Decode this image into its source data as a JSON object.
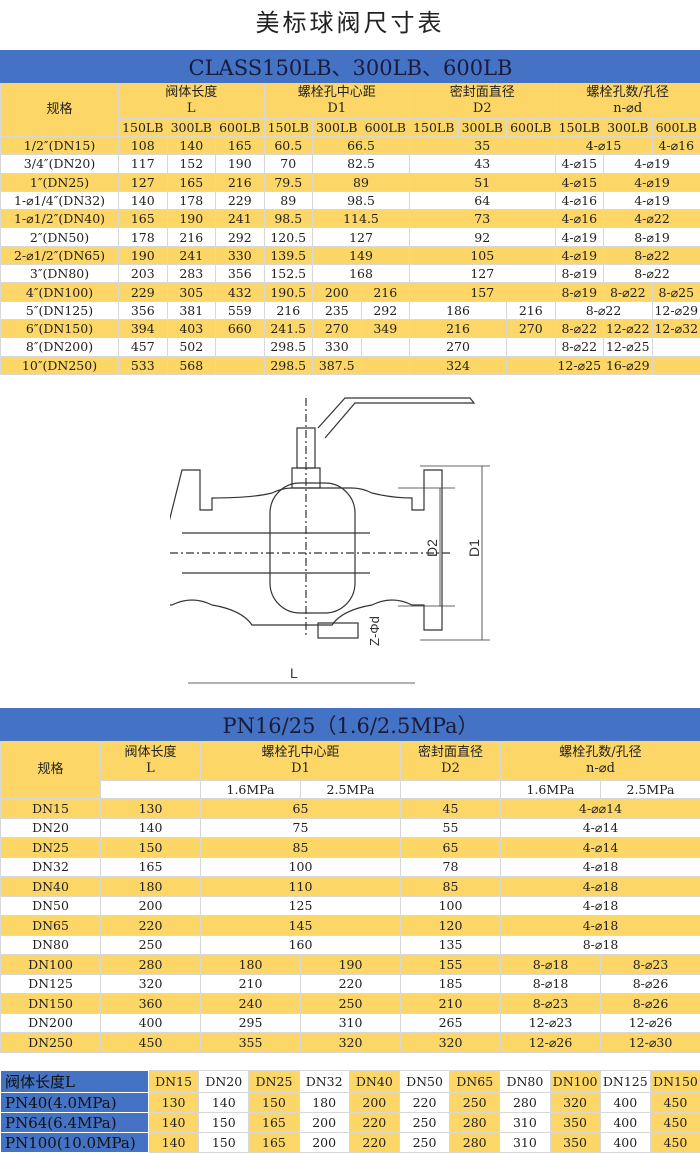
{
  "page_title": "美标球阀尺寸表",
  "class_table": {
    "title": "CLASS150LB、300LB、600LB",
    "spec_header": "规格",
    "groups": [
      {
        "cn": "阀体长度",
        "sym": "L"
      },
      {
        "cn": "螺栓孔中心距",
        "sym": "D1"
      },
      {
        "cn": "密封面直径",
        "sym": "D2"
      },
      {
        "cn": "螺栓孔数/孔径",
        "sym": "n-⌀d"
      }
    ],
    "sub_headers": [
      "150LB",
      "300LB",
      "600LB"
    ],
    "rows": [
      {
        "spec": "1/2″(DN15)",
        "cells": [
          [
            "108",
            1
          ],
          [
            "140",
            1
          ],
          [
            "165",
            1
          ],
          [
            "60.5",
            1
          ],
          [
            "66.5",
            2
          ],
          [
            "35",
            3
          ],
          [
            "4-⌀15",
            2
          ],
          [
            "4-⌀16",
            1
          ]
        ]
      },
      {
        "spec": "3/4″(DN20)",
        "cells": [
          [
            "117",
            1
          ],
          [
            "152",
            1
          ],
          [
            "190",
            1
          ],
          [
            "70",
            1
          ],
          [
            "82.5",
            2
          ],
          [
            "43",
            3
          ],
          [
            "4-⌀15",
            1
          ],
          [
            "4-⌀19",
            2
          ]
        ]
      },
      {
        "spec": "1″(DN25)",
        "cells": [
          [
            "127",
            1
          ],
          [
            "165",
            1
          ],
          [
            "216",
            1
          ],
          [
            "79.5",
            1
          ],
          [
            "89",
            2
          ],
          [
            "51",
            3
          ],
          [
            "4-⌀15",
            1
          ],
          [
            "4-⌀19",
            2
          ]
        ]
      },
      {
        "spec": "1-⌀1/4″(DN32)",
        "cells": [
          [
            "140",
            1
          ],
          [
            "178",
            1
          ],
          [
            "229",
            1
          ],
          [
            "89",
            1
          ],
          [
            "98.5",
            2
          ],
          [
            "64",
            3
          ],
          [
            "4-⌀16",
            1
          ],
          [
            "4-⌀19",
            2
          ]
        ]
      },
      {
        "spec": "1-⌀1/2″(DN40)",
        "cells": [
          [
            "165",
            1
          ],
          [
            "190",
            1
          ],
          [
            "241",
            1
          ],
          [
            "98.5",
            1
          ],
          [
            "114.5",
            2
          ],
          [
            "73",
            3
          ],
          [
            "4-⌀16",
            1
          ],
          [
            "4-⌀22",
            2
          ]
        ]
      },
      {
        "spec": "2″(DN50)",
        "cells": [
          [
            "178",
            1
          ],
          [
            "216",
            1
          ],
          [
            "292",
            1
          ],
          [
            "120.5",
            1
          ],
          [
            "127",
            2
          ],
          [
            "92",
            3
          ],
          [
            "4-⌀19",
            1
          ],
          [
            "8-⌀19",
            2
          ]
        ]
      },
      {
        "spec": "2-⌀1/2″(DN65)",
        "cells": [
          [
            "190",
            1
          ],
          [
            "241",
            1
          ],
          [
            "330",
            1
          ],
          [
            "139.5",
            1
          ],
          [
            "149",
            2
          ],
          [
            "105",
            3
          ],
          [
            "4-⌀19",
            1
          ],
          [
            "8-⌀22",
            2
          ]
        ]
      },
      {
        "spec": "3″(DN80)",
        "cells": [
          [
            "203",
            1
          ],
          [
            "283",
            1
          ],
          [
            "356",
            1
          ],
          [
            "152.5",
            1
          ],
          [
            "168",
            2
          ],
          [
            "127",
            3
          ],
          [
            "8-⌀19",
            1
          ],
          [
            "8-⌀22",
            2
          ]
        ]
      },
      {
        "spec": "4″(DN100)",
        "cells": [
          [
            "229",
            1
          ],
          [
            "305",
            1
          ],
          [
            "432",
            1
          ],
          [
            "190.5",
            1
          ],
          [
            "200",
            1
          ],
          [
            "216",
            1
          ],
          [
            "157",
            3
          ],
          [
            "8-⌀19",
            1
          ],
          [
            "8-⌀22",
            1
          ],
          [
            "8-⌀25",
            1
          ]
        ]
      },
      {
        "spec": "5″(DN125)",
        "cells": [
          [
            "356",
            1
          ],
          [
            "381",
            1
          ],
          [
            "559",
            1
          ],
          [
            "216",
            1
          ],
          [
            "235",
            1
          ],
          [
            "292",
            1
          ],
          [
            "186",
            2
          ],
          [
            "216",
            1
          ],
          [
            "8-⌀22",
            2
          ],
          [
            "12-⌀29",
            1
          ]
        ]
      },
      {
        "spec": "6″(DN150)",
        "cells": [
          [
            "394",
            1
          ],
          [
            "403",
            1
          ],
          [
            "660",
            1
          ],
          [
            "241.5",
            1
          ],
          [
            "270",
            1
          ],
          [
            "349",
            1
          ],
          [
            "216",
            2
          ],
          [
            "270",
            1
          ],
          [
            "8-⌀22",
            1
          ],
          [
            "12-⌀22",
            1
          ],
          [
            "12-⌀32",
            1
          ]
        ]
      },
      {
        "spec": "8″(DN200)",
        "cells": [
          [
            "457",
            1
          ],
          [
            "502",
            1
          ],
          [
            "",
            1
          ],
          [
            "298.5",
            1
          ],
          [
            "330",
            1
          ],
          [
            "",
            1
          ],
          [
            "270",
            2
          ],
          [
            "",
            1
          ],
          [
            "8-⌀22",
            1
          ],
          [
            "12-⌀25",
            1
          ],
          [
            "",
            1
          ]
        ]
      },
      {
        "spec": "10″(DN250)",
        "cells": [
          [
            "533",
            1
          ],
          [
            "568",
            1
          ],
          [
            "",
            1
          ],
          [
            "298.5",
            1
          ],
          [
            "387.5",
            1
          ],
          [
            "",
            1
          ],
          [
            "324",
            2
          ],
          [
            "",
            1
          ],
          [
            "12-⌀25",
            1
          ],
          [
            "16-⌀29",
            1
          ],
          [
            "",
            1
          ]
        ]
      }
    ]
  },
  "diagram": {
    "labels": {
      "d2": "D2",
      "d1": "D1",
      "nd": "Z-Φd",
      "l": "L"
    }
  },
  "pn_table": {
    "title": "PN16/25（1.6/2.5MPa）",
    "spec_header": "规格",
    "groups": [
      {
        "cn": "阀体长度",
        "sym": "L"
      },
      {
        "cn": "螺栓孔中心距",
        "sym": "D1"
      },
      {
        "cn": "密封面直径",
        "sym": "D2"
      },
      {
        "cn": "螺栓孔数/孔径",
        "sym": "n-⌀d"
      }
    ],
    "sub_headers": [
      "1.6MPa",
      "2.5MPa"
    ],
    "rows": [
      {
        "spec": "DN15",
        "cells": [
          [
            "130",
            1
          ],
          [
            "65",
            2
          ],
          [
            "45",
            1
          ],
          [
            "4-⌀⌀14",
            2
          ]
        ]
      },
      {
        "spec": "DN20",
        "cells": [
          [
            "140",
            1
          ],
          [
            "75",
            2
          ],
          [
            "55",
            1
          ],
          [
            "4-⌀14",
            2
          ]
        ]
      },
      {
        "spec": "DN25",
        "cells": [
          [
            "150",
            1
          ],
          [
            "85",
            2
          ],
          [
            "65",
            1
          ],
          [
            "4-⌀14",
            2
          ]
        ]
      },
      {
        "spec": "DN32",
        "cells": [
          [
            "165",
            1
          ],
          [
            "100",
            2
          ],
          [
            "78",
            1
          ],
          [
            "4-⌀18",
            2
          ]
        ]
      },
      {
        "spec": "DN40",
        "cells": [
          [
            "180",
            1
          ],
          [
            "110",
            2
          ],
          [
            "85",
            1
          ],
          [
            "4-⌀18",
            2
          ]
        ]
      },
      {
        "spec": "DN50",
        "cells": [
          [
            "200",
            1
          ],
          [
            "125",
            2
          ],
          [
            "100",
            1
          ],
          [
            "4-⌀18",
            2
          ]
        ]
      },
      {
        "spec": "DN65",
        "cells": [
          [
            "220",
            1
          ],
          [
            "145",
            2
          ],
          [
            "120",
            1
          ],
          [
            "4-⌀18",
            2
          ]
        ]
      },
      {
        "spec": "DN80",
        "cells": [
          [
            "250",
            1
          ],
          [
            "160",
            2
          ],
          [
            "135",
            1
          ],
          [
            "8-⌀18",
            2
          ]
        ]
      },
      {
        "spec": "DN100",
        "cells": [
          [
            "280",
            1
          ],
          [
            "180",
            1
          ],
          [
            "190",
            1
          ],
          [
            "155",
            1
          ],
          [
            "8-⌀18",
            1
          ],
          [
            "8-⌀23",
            1
          ]
        ]
      },
      {
        "spec": "DN125",
        "cells": [
          [
            "320",
            1
          ],
          [
            "210",
            1
          ],
          [
            "220",
            1
          ],
          [
            "185",
            1
          ],
          [
            "8-⌀18",
            1
          ],
          [
            "8-⌀26",
            1
          ]
        ]
      },
      {
        "spec": "DN150",
        "cells": [
          [
            "360",
            1
          ],
          [
            "240",
            1
          ],
          [
            "250",
            1
          ],
          [
            "210",
            1
          ],
          [
            "8-⌀23",
            1
          ],
          [
            "8-⌀26",
            1
          ]
        ]
      },
      {
        "spec": "DN200",
        "cells": [
          [
            "400",
            1
          ],
          [
            "295",
            1
          ],
          [
            "310",
            1
          ],
          [
            "265",
            1
          ],
          [
            "12-⌀23",
            1
          ],
          [
            "12-⌀26",
            1
          ]
        ]
      },
      {
        "spec": "DN250",
        "cells": [
          [
            "450",
            1
          ],
          [
            "355",
            1
          ],
          [
            "320",
            1
          ],
          [
            "320",
            1
          ],
          [
            "12-⌀26",
            1
          ],
          [
            "12-⌀30",
            1
          ]
        ]
      }
    ]
  },
  "length_table": {
    "header": "阀体长度L",
    "sizes": [
      "DN15",
      "DN20",
      "DN25",
      "DN32",
      "DN40",
      "DN50",
      "DN65",
      "DN80",
      "DN100",
      "DN125",
      "DN150"
    ],
    "rows": [
      {
        "label": "PN40(4.0MPa)",
        "values": [
          "130",
          "140",
          "150",
          "180",
          "200",
          "220",
          "250",
          "280",
          "320",
          "400",
          "450"
        ]
      },
      {
        "label": "PN64(6.4MPa)",
        "values": [
          "140",
          "150",
          "165",
          "200",
          "220",
          "250",
          "280",
          "310",
          "350",
          "400",
          "450"
        ]
      },
      {
        "label": "PN100(10.0MPa)",
        "values": [
          "140",
          "150",
          "165",
          "200",
          "220",
          "250",
          "280",
          "310",
          "350",
          "400",
          "450"
        ]
      }
    ]
  },
  "colors": {
    "band": "#4472c4",
    "highlight": "#fcd667"
  }
}
